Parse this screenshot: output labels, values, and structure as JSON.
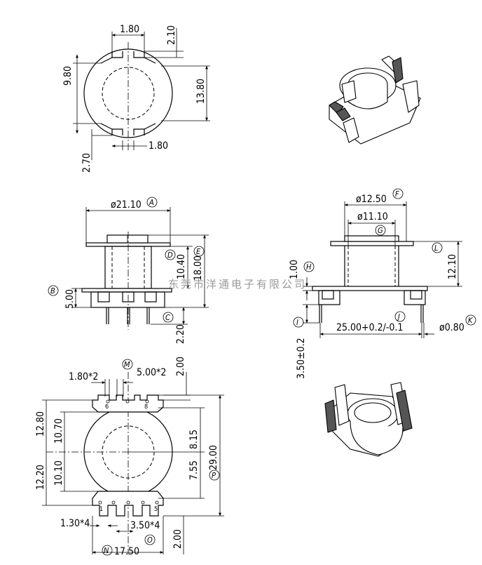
{
  "top_view": {
    "dims": [
      "1.80",
      "2.10",
      "9.80",
      "13.80",
      "2.70",
      "1.80"
    ]
  },
  "front_view": {
    "diameter": "ø21.10",
    "dims": [
      "10.40",
      "18.00",
      "5.00",
      "2.20"
    ],
    "labels": [
      "A",
      "B",
      "C",
      "D",
      "E"
    ]
  },
  "side_view": {
    "diameters": [
      "ø12.50",
      "ø11.10"
    ],
    "dims": [
      "1.00",
      "12.10",
      "25.00+0.2/-0.1",
      "ø0.80",
      "3.50±0.2"
    ],
    "labels": [
      "F",
      "G",
      "H",
      "I",
      "J",
      "K",
      "L"
    ]
  },
  "bottom_view": {
    "dims": [
      "1.80*2",
      "5.00*2",
      "2.00",
      "12.80",
      "10.70",
      "8.15",
      "29.00",
      "12.20",
      "10.10",
      "7.55",
      "1.30*4",
      "3.50*4",
      "2.00",
      "17.50"
    ],
    "labels": [
      "M",
      "P",
      "O",
      "N"
    ],
    "pins": [
      "6",
      "8",
      "1",
      "5"
    ]
  },
  "watermark": "东莞市洋通电子有限公司"
}
